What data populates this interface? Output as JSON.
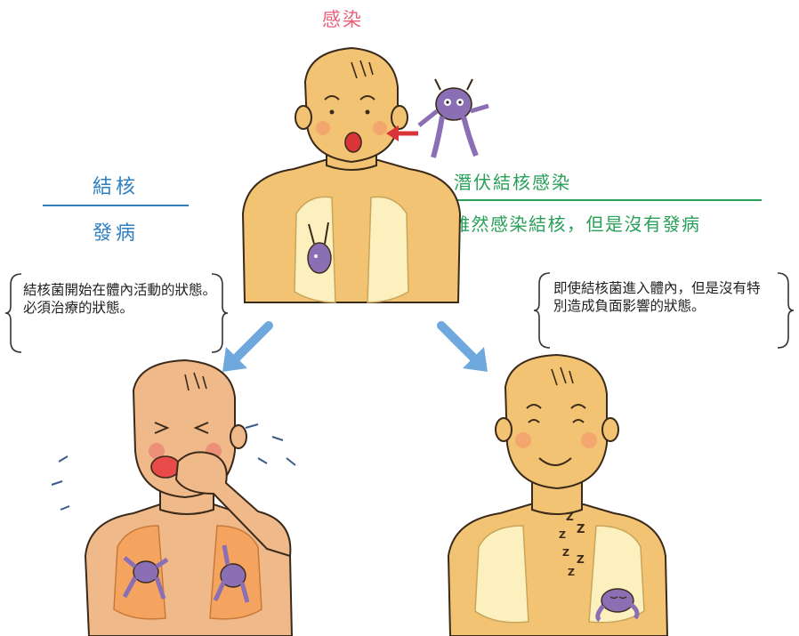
{
  "infection_label": "感染",
  "tb_disease": {
    "title": "結核",
    "subtitle": "發病",
    "note": "結核菌開始在體內活動的狀態。必須治療的狀態。"
  },
  "latent_infection": {
    "title": "潛伏結核感染",
    "subtitle": "雖然感染結核，但是沒有發病",
    "note": "即使結核菌進入體內，但是沒有特別造成負面影響的狀態。"
  },
  "sleep_symbol": "Z",
  "colors": {
    "infection_title": "#e5607a",
    "disease": "#2e7fc0",
    "latent": "#29a05a",
    "skin": "#f2c372",
    "skin_sick": "#f0b98a",
    "bacteria": "#8a6fb4",
    "arrow_red": "#d9343a",
    "arrow_blue": "#6fa8dc"
  }
}
